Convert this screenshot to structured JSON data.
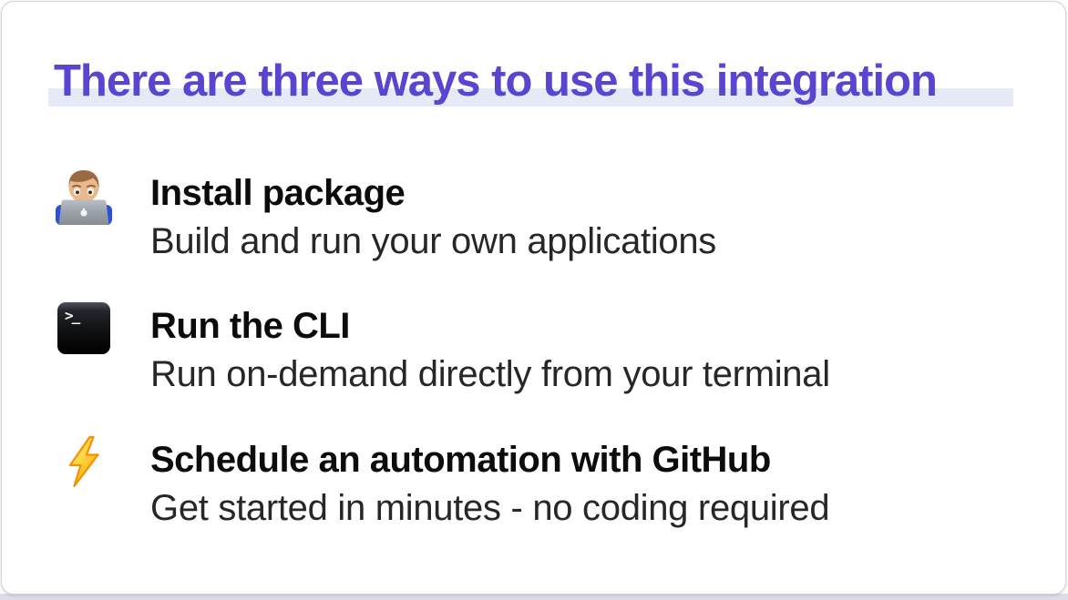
{
  "slide": {
    "heading": {
      "text": "There are three ways to use this integration",
      "text_color": "#5a45d0",
      "highlight_color": "#e6eaf7"
    },
    "items": [
      {
        "icon": "technologist-emoji",
        "title": "Install package",
        "subtitle": "Build and run your own applications"
      },
      {
        "icon": "terminal-emoji",
        "icon_glyph": ">_",
        "title": "Run the CLI",
        "subtitle": "Run on-demand directly from your terminal"
      },
      {
        "icon": "lightning-bolt-emoji",
        "title": "Schedule an automation with GitHub",
        "subtitle": "Get started in minutes - no coding required"
      }
    ]
  }
}
